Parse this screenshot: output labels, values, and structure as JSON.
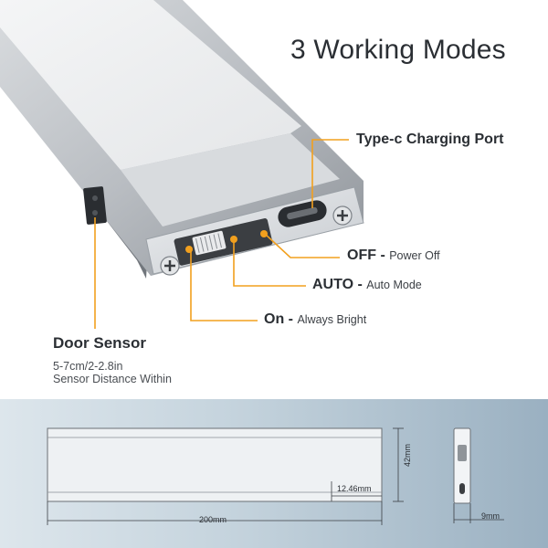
{
  "title": "3 Working Modes",
  "callouts": {
    "charging_port": "Type-c Charging Port",
    "off_label": "OFF -",
    "off_desc": "Power Off",
    "auto_label": "AUTO -",
    "auto_desc": "Auto Mode",
    "on_label": "On -",
    "on_desc": "Always Bright"
  },
  "sensor": {
    "title": "Door Sensor",
    "line1": "5-7cm/2-2.8in",
    "line2": "Sensor Distance Within"
  },
  "dimensions": {
    "length": "200mm",
    "height": "42mm",
    "port_offset": "12.46mm",
    "depth": "9mm"
  },
  "colors": {
    "accent": "#f2a01e",
    "text": "#2b2f34",
    "device_silver": "#c9cdd2",
    "panel_left": "#dde6ec",
    "panel_right": "#9ab0c1"
  },
  "icons": [
    "plus-screw-icon",
    "usb-c-port-icon",
    "mode-slider-switch-icon",
    "door-sensor-window-icon"
  ]
}
